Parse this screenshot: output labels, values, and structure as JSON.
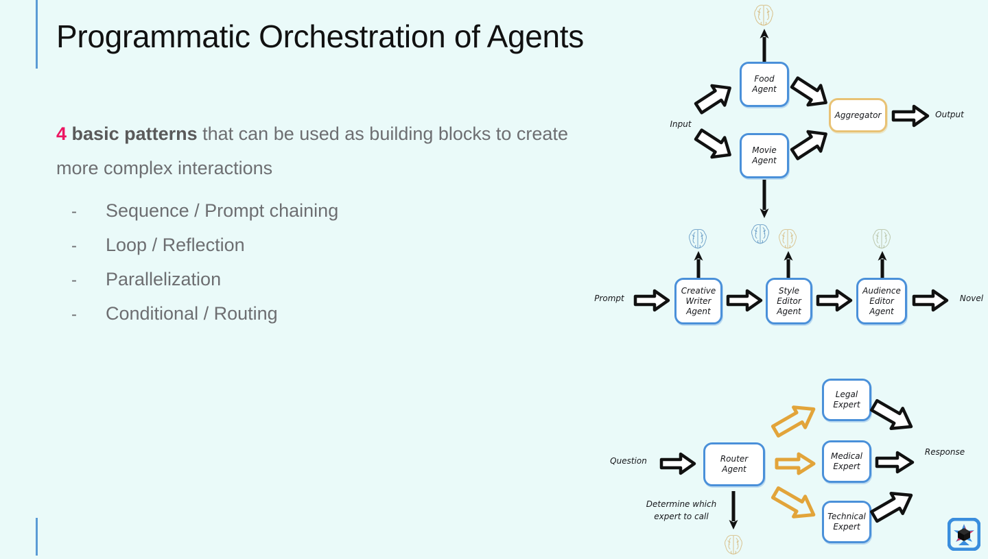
{
  "slide": {
    "background_color": "#eafaf9",
    "accent_rule_color": "#5b9bd5",
    "title": "Programmatic Orchestration of Agents"
  },
  "lead": {
    "number": "4",
    "number_color": "#ec1561",
    "strong": "basic patterns",
    "rest": " that can be used as building blocks to create more complex interactions"
  },
  "bullets": {
    "dash": "-",
    "items": [
      {
        "label": "Sequence / Prompt chaining"
      },
      {
        "label": "Loop / Reflection"
      },
      {
        "label": "Parallelization"
      },
      {
        "label": "Conditional / Routing"
      }
    ]
  },
  "diagrams": [
    {
      "name": "parallelization-diagram",
      "nodes": [
        {
          "id": "food-agent",
          "lines": [
            "Food",
            "Agent"
          ],
          "border_color": "#4a90d9"
        },
        {
          "id": "movie-agent",
          "lines": [
            "Movie",
            "Agent"
          ],
          "border_color": "#4a90d9"
        },
        {
          "id": "aggregator",
          "lines": [
            "Aggregator"
          ],
          "border_color": "#e8c275"
        }
      ],
      "labels": [
        {
          "id": "input-label",
          "text": "Input"
        },
        {
          "id": "output-label",
          "text": "Output"
        }
      ],
      "brains": [
        {
          "id": "food-agent-brain",
          "color": "#d8c08a"
        },
        {
          "id": "movie-agent-brain",
          "color": "#6b9ec7"
        }
      ]
    },
    {
      "name": "prompt-chaining-diagram",
      "nodes": [
        {
          "id": "creative-writer-agent",
          "lines": [
            "Creative",
            "Writer",
            "Agent"
          ],
          "border_color": "#4a90d9"
        },
        {
          "id": "style-editor-agent",
          "lines": [
            "Style",
            "Editor",
            "Agent"
          ],
          "border_color": "#4a90d9"
        },
        {
          "id": "audience-editor-agent",
          "lines": [
            "Audience",
            "Editor",
            "Agent"
          ],
          "border_color": "#4a90d9"
        }
      ],
      "labels": [
        {
          "id": "prompt-label",
          "text": "Prompt"
        },
        {
          "id": "novel-label",
          "text": "Novel"
        }
      ],
      "brains": [
        {
          "id": "creative-writer-brain",
          "color": "#6b9ec7"
        },
        {
          "id": "style-editor-brain",
          "color": "#d8c08a"
        },
        {
          "id": "audience-editor-brain",
          "color": "#b9c4a8"
        }
      ]
    },
    {
      "name": "routing-diagram",
      "nodes": [
        {
          "id": "router-agent",
          "lines": [
            "Router",
            "Agent"
          ],
          "border_color": "#4a90d9"
        },
        {
          "id": "legal-expert",
          "lines": [
            "Legal",
            "Expert"
          ],
          "border_color": "#4a90d9"
        },
        {
          "id": "medical-expert",
          "lines": [
            "Medical",
            "Expert"
          ],
          "border_color": "#4a90d9"
        },
        {
          "id": "technical-expert",
          "lines": [
            "Technical",
            "Expert"
          ],
          "border_color": "#4a90d9"
        }
      ],
      "labels": [
        {
          "id": "question-label",
          "text": "Question"
        },
        {
          "id": "response-label",
          "text": "Response"
        },
        {
          "id": "determine-label",
          "text": "Determine which\nexpert to call"
        }
      ],
      "brains": [
        {
          "id": "router-agent-brain",
          "color": "#d8c08a"
        }
      ],
      "route_arrow_color": "#e2a43a"
    }
  ],
  "logo": {
    "name": "brand-logo",
    "frame_color": "#3a8ddd"
  }
}
